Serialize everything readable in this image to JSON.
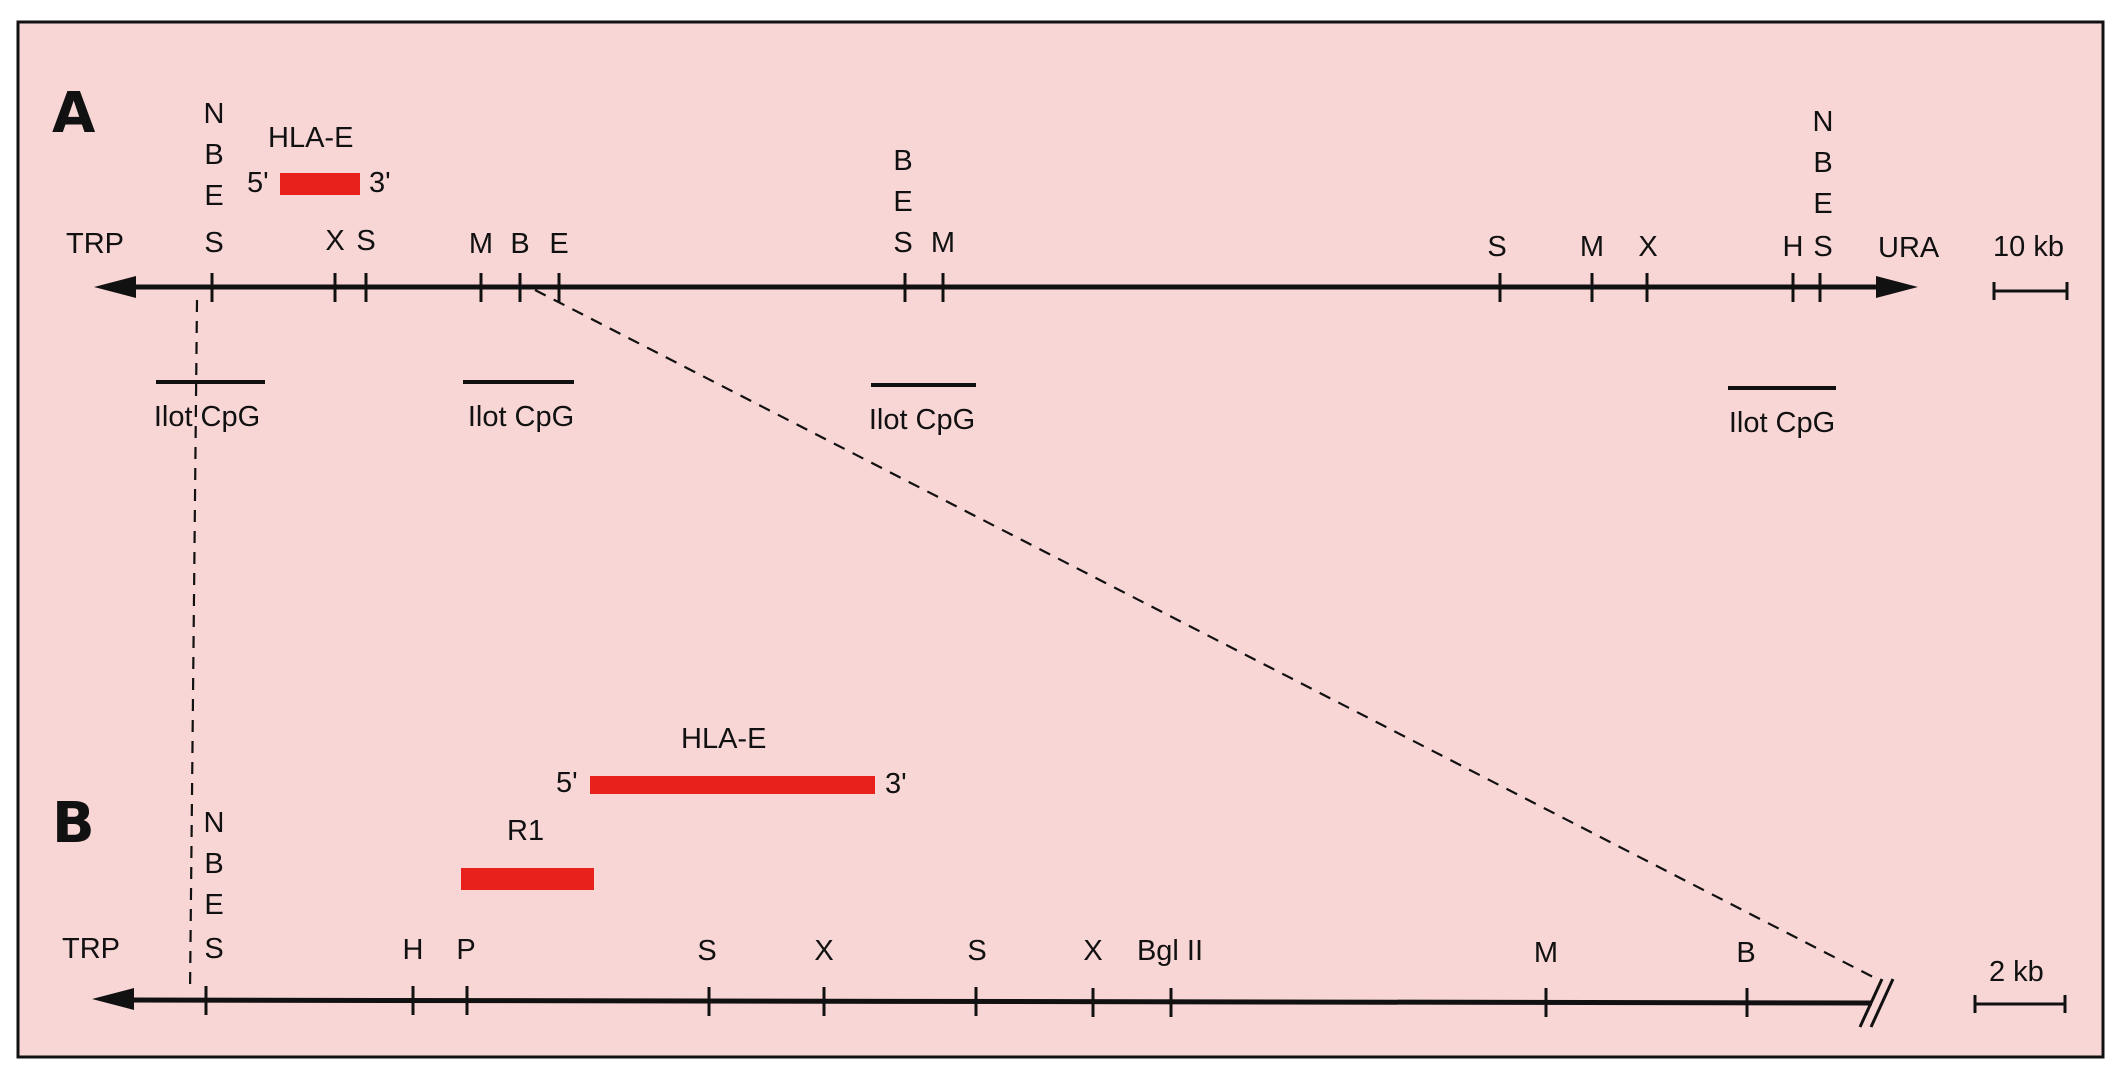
{
  "colors": {
    "background": "#f9d6d6",
    "gene": "#e8211d",
    "ink": "#111111"
  },
  "panel_a": {
    "letter": "A",
    "left_label": "TRP",
    "right_label": "URA",
    "scale": "10 kb",
    "gene": {
      "name": "HLA-E",
      "five": "5'",
      "three": "3'"
    },
    "site_groups": [
      [
        "N",
        "B",
        "E",
        "S"
      ],
      [
        "X"
      ],
      [
        "S"
      ],
      [
        "M"
      ],
      [
        "B"
      ],
      [
        "E"
      ],
      [
        "B",
        "E",
        "S"
      ],
      [
        "M"
      ],
      [
        "S"
      ],
      [
        "M"
      ],
      [
        "X"
      ],
      [
        "H"
      ],
      [
        "N",
        "B",
        "E",
        "S"
      ]
    ],
    "cpg_label": "Ilot CpG",
    "cpg_count": 4
  },
  "panel_b": {
    "letter": "B",
    "left_label": "TRP",
    "scale": "2 kb",
    "gene": {
      "name": "HLA-E",
      "five": "5'",
      "three": "3'"
    },
    "probe": "R1",
    "site_groups": [
      [
        "N",
        "B",
        "E",
        "S"
      ],
      [
        "H"
      ],
      [
        "P"
      ],
      [
        "S"
      ],
      [
        "X"
      ],
      [
        "S"
      ],
      [
        "X"
      ],
      [
        "Bgl II"
      ],
      [
        "M"
      ],
      [
        "B"
      ]
    ]
  }
}
